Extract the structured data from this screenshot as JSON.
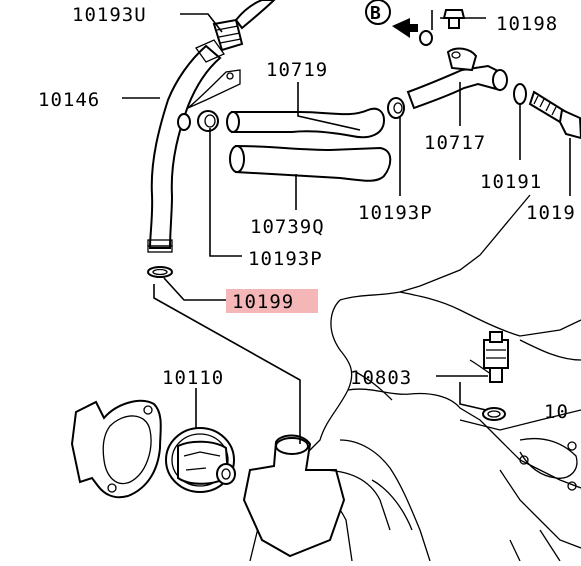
{
  "diagram": {
    "callouts": [
      {
        "id": "10193U",
        "text": "10193U"
      },
      {
        "id": "10198",
        "text": "10198"
      },
      {
        "id": "10146",
        "text": "10146"
      },
      {
        "id": "10719",
        "text": "10719"
      },
      {
        "id": "10717",
        "text": "10717"
      },
      {
        "id": "10191",
        "text": "10191"
      },
      {
        "id": "1019x",
        "text": "1019"
      },
      {
        "id": "10739Q",
        "text": "10739Q"
      },
      {
        "id": "10193P_a",
        "text": "10193P"
      },
      {
        "id": "10193P_b",
        "text": "10193P"
      },
      {
        "id": "10199",
        "text": "10199",
        "highlighted": true
      },
      {
        "id": "10110",
        "text": "10110"
      },
      {
        "id": "10803",
        "text": "10803"
      },
      {
        "id": "10x",
        "text": "10"
      }
    ],
    "reference_marker": {
      "letter": "B"
    },
    "highlight_color": "#f4b6b6"
  }
}
